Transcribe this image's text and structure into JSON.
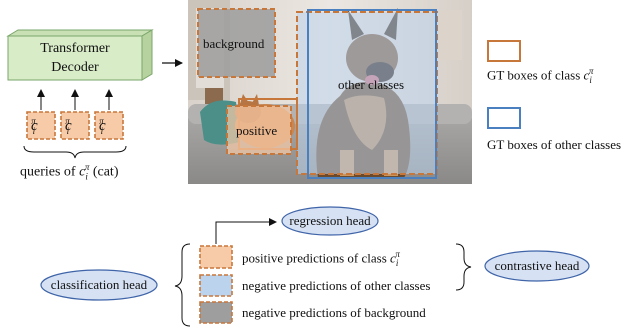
{
  "transformer": {
    "line1": "Transformer",
    "line2": "Decoder"
  },
  "queries": {
    "token_base": "c",
    "token_sub": "i",
    "token_sup": "π",
    "caption_prefix": "queries of ",
    "caption_suffix": " (cat)"
  },
  "photo_labels": {
    "background": "background",
    "other_classes": "other classes",
    "positive": "positive"
  },
  "legend_top": {
    "gt_class_prefix": "GT boxes of class ",
    "gt_other": "GT boxes of other classes"
  },
  "heads": {
    "regression": "regression head",
    "classification": "classification head",
    "contrastive": "contrastive head"
  },
  "predictions": {
    "positive_prefix": "positive predictions of class ",
    "negative_other": "negative predictions of other classes",
    "negative_background": "negative predictions of background"
  },
  "colors": {
    "orange": "#c8773a",
    "orange_fill": "#f8cba8",
    "blue": "#4a80c0",
    "blue_fill": "#bcd3ee",
    "grey_fill": "#9e9e9e",
    "head_fill": "#d6e2f4",
    "head_stroke": "#3f64a8",
    "decoder_fill": "#d8ecc8",
    "decoder_stroke": "#7aa66a"
  }
}
